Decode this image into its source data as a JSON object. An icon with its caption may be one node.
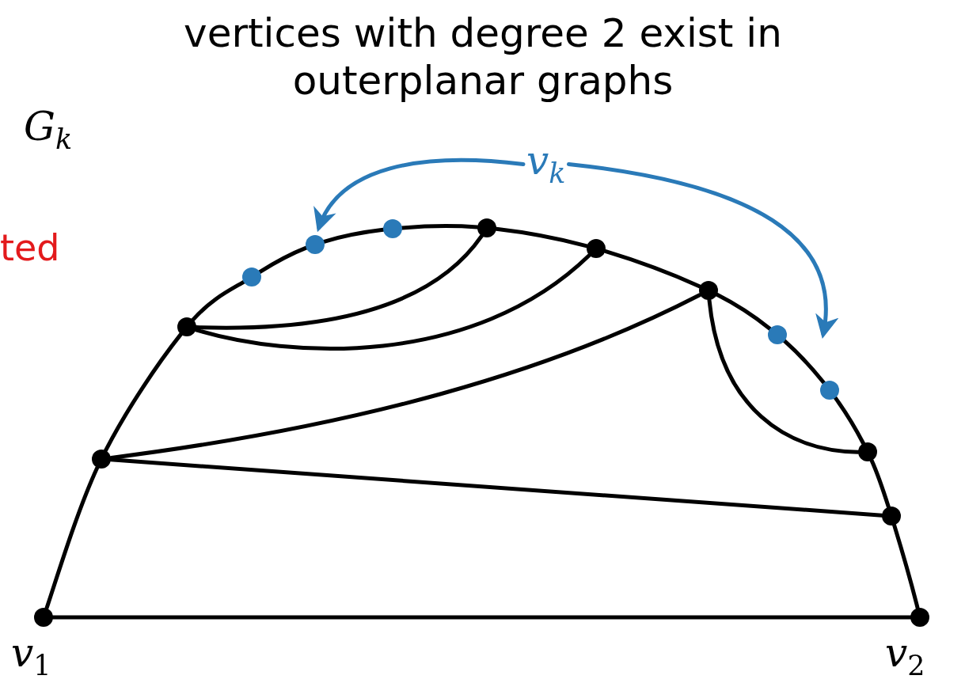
{
  "diagram": {
    "title": "vertices with degree 2 exist in outerplanar graphs",
    "nodes": [
      {
        "text": [],
        "shape": "circle",
        "beside": [
          "*v*$_{1}$"
        ]
      },
      {
        "text": [],
        "shape": "circle"
      },
      {
        "text": [],
        "shape": "circle"
      },
      {
        "text": [],
        "shape": "circle"
      },
      {
        "text": [],
        "shape": "circle"
      },
      {
        "text": [],
        "shape": "circle"
      },
      {
        "text": [],
        "shape": "circle"
      },
      {
        "text": [],
        "shape": "circle"
      },
      {
        "text": [],
        "shape": "circle"
      },
      {
        "text": [],
        "shape": "circle"
      },
      {
        "text": [],
        "shape": "circle"
      },
      {
        "text": [],
        "shape": "circle"
      },
      {
        "text": [],
        "shape": "circle"
      },
      {
        "text": [],
        "shape": "circle",
        "beside": [
          "*v*$_{2}$"
        ]
      },
      {
        "text": [
          "*v*$_{k}$"
        ]
      }
    ],
    "edges": [
      {
        "from": 0,
        "to": 1,
        "arrow": "none"
      },
      {
        "from": 1,
        "to": 2,
        "arrow": "none"
      },
      {
        "from": 2,
        "to": 3,
        "arrow": "none"
      },
      {
        "from": 3,
        "to": 4,
        "arrow": "none"
      },
      {
        "from": 4,
        "to": 5,
        "arrow": "none"
      },
      {
        "from": 5,
        "to": 6,
        "arrow": "none"
      },
      {
        "from": 6,
        "to": 7,
        "arrow": "none"
      },
      {
        "from": 7,
        "to": 8,
        "arrow": "none"
      },
      {
        "from": 8,
        "to": 9,
        "arrow": "none"
      },
      {
        "from": 9,
        "to": 10,
        "arrow": "none"
      },
      {
        "from": 10,
        "to": 11,
        "arrow": "none"
      },
      {
        "from": 11,
        "to": 12,
        "arrow": "none"
      },
      {
        "from": 12,
        "to": 13,
        "arrow": "none"
      },
      {
        "from": 0,
        "to": 13,
        "arrow": "none"
      },
      {
        "from": 2,
        "to": 6,
        "arrow": "none"
      },
      {
        "from": 2,
        "to": 7,
        "arrow": "none"
      },
      {
        "from": 1,
        "to": 8,
        "arrow": "none"
      },
      {
        "from": 8,
        "to": 11,
        "arrow": "none"
      },
      {
        "from": 1,
        "to": 12,
        "arrow": "none"
      },
      {
        "from": 14,
        "to": 4,
        "arrow": "to",
        "color": "#2a7ab8"
      },
      {
        "from": 14,
        "to": null,
        "arrow": "to",
        "color": "#2a7ab8"
      }
    ],
    "labels": [
      "*G*$_{k}$",
      "ted"
    ]
  }
}
